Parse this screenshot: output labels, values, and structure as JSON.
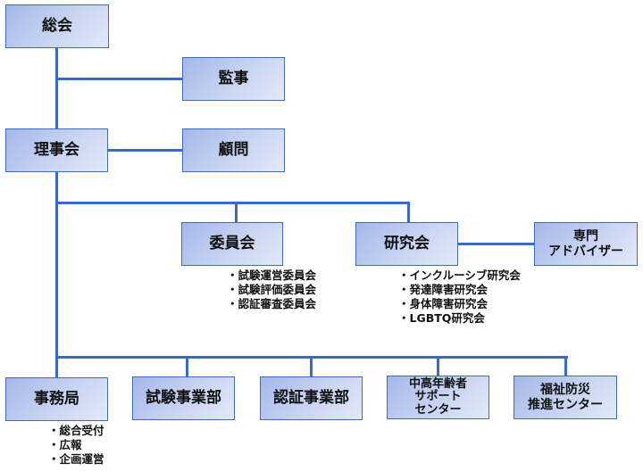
{
  "diagram": {
    "type": "organization-chart",
    "colors": {
      "box_fill_start": "#a4b7ea",
      "box_fill_end": "#e3e9f8",
      "box_border": "#3f6cb8",
      "connector": "#3a6bc4"
    },
    "nodes": {
      "general_assembly": "総会",
      "auditor": "監事",
      "board": "理事会",
      "advisor": "顧問",
      "committee": "委員会",
      "research": "研究会",
      "expert_advisor": "専門\nアドバイザー",
      "secretariat": "事務局",
      "exam_dept": "試験事業部",
      "cert_dept": "認証事業部",
      "senior_support": "中高年齢者\nサポート\nセンター",
      "welfare_center": "福祉防災\n推進センター"
    },
    "committee_items": [
      "試験運営委員会",
      "試験評価委員会",
      "認証審査委員会"
    ],
    "research_items": [
      "インクルーシブ研究会",
      "発達障害研究会",
      "身体障害研究会",
      "LGBTQ研究会"
    ],
    "secretariat_items": [
      "総合受付",
      "広報",
      "企画運営"
    ]
  }
}
